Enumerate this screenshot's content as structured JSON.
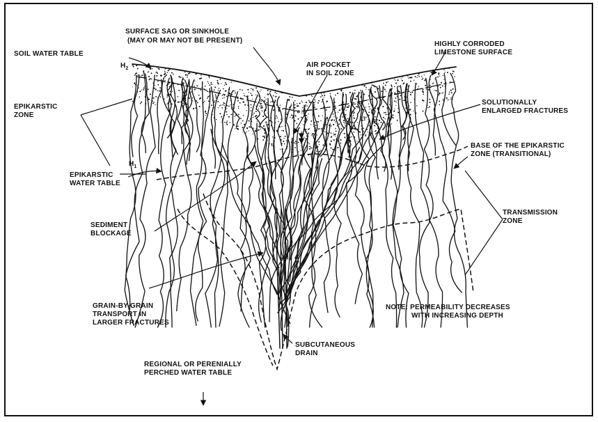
{
  "labels": {
    "surface_sag_1": "SURFACE SAG OR SINKHOLE",
    "surface_sag_2": "(MAY OR MAY NOT BE PRESENT)",
    "soil_water_table": "SOIL WATER TABLE",
    "h2": "H",
    "h2_sub": "2",
    "h1": "H",
    "h1_sub": "1",
    "air_pocket_1": "AIR POCKET",
    "air_pocket_2": "IN SOIL ZONE",
    "corroded_1": "HIGHLY CORRODED",
    "corroded_2": "LIMESTONE SURFACE",
    "epikarstic_zone_1": "EPIKARSTIC",
    "epikarstic_zone_2": "ZONE",
    "solution_1": "SOLUTIONALLY",
    "solution_2": "ENLARGED FRACTURES",
    "base_1": "BASE OF THE EPIKARSTIC",
    "base_2": "ZONE (TRANSITIONAL)",
    "ep_water_table_1": "EPIKARSTIC",
    "ep_water_table_2": "WATER TABLE",
    "sediment_1": "SEDIMENT",
    "sediment_2": "BLOCKAGE",
    "transmission_1": "TRANSMISSION",
    "transmission_2": "ZONE",
    "grain_1": "GRAIN-BY-GRAIN",
    "grain_2": "TRANSPORT IN",
    "grain_3": "LARGER FRACTURES",
    "note_1": "NOTE:  PERMEABILITY DECREASES",
    "note_2": "WITH INCREASING DEPTH",
    "drain_1": "SUBCUTANEOUS",
    "drain_2": "DRAIN",
    "regional_1": "REGIONAL OR PERENIALLY",
    "regional_2": "PERCHED WATER TABLE"
  }
}
